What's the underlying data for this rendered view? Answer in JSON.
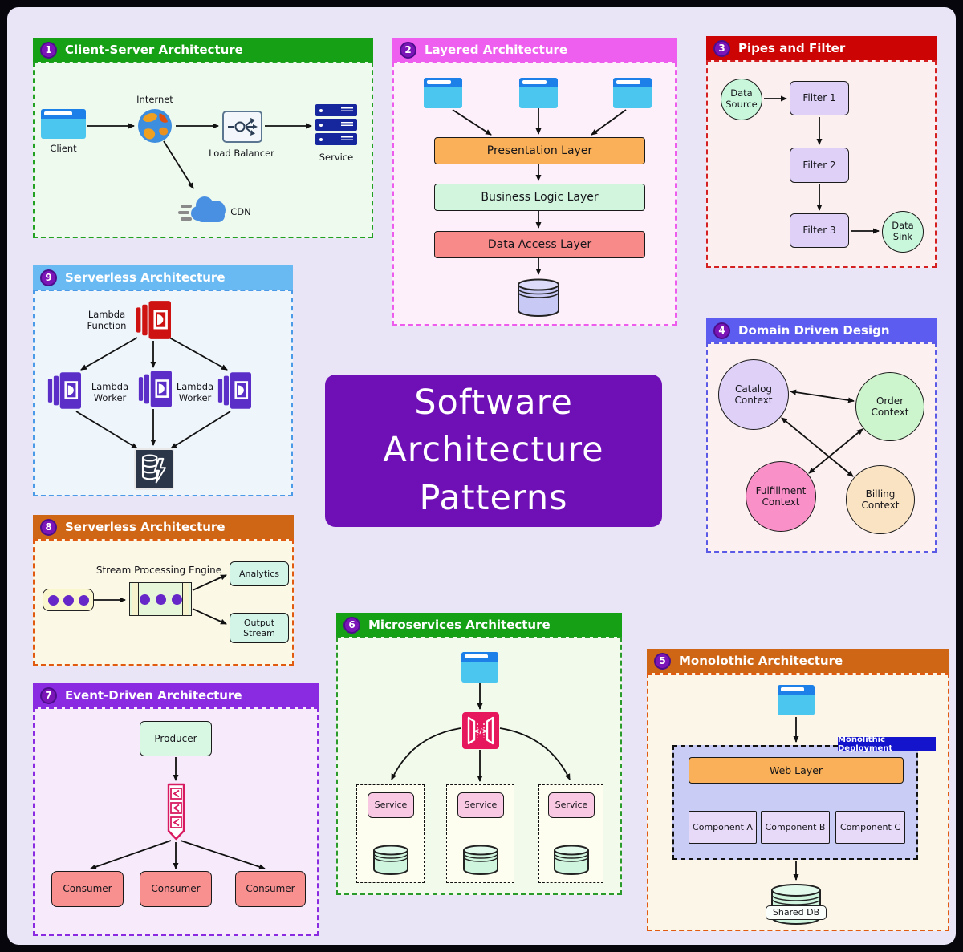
{
  "page": {
    "background_color": "#E9E4F6",
    "center_title": {
      "lines": [
        "Software",
        "Architecture",
        "Patterns"
      ],
      "box_color": "#6E10B6",
      "text_color": "#FFFFFF"
    }
  },
  "panels": {
    "client_server": {
      "number": "1",
      "title": "Client-Server Architecture",
      "header_color": "#16A016",
      "labels": {
        "client": "Client",
        "internet": "Internet",
        "load_balancer": "Load Balancer",
        "service": "Service",
        "cdn": "CDN"
      }
    },
    "layered": {
      "number": "2",
      "title": "Layered Architecture",
      "header_color": "#EF5FEF",
      "layers": [
        {
          "label": "Presentation Layer",
          "color": "#F9B058"
        },
        {
          "label": "Business Logic Layer",
          "color": "#D2F5DE"
        },
        {
          "label": "Data Access Layer",
          "color": "#F88A8A"
        }
      ]
    },
    "pipes_and_filter": {
      "number": "3",
      "title": "Pipes and Filter",
      "header_color": "#CC0404",
      "nodes": {
        "source": "Data Source",
        "filter1": "Filter 1",
        "filter2": "Filter 2",
        "filter3": "Filter 3",
        "sink": "Data Sink"
      }
    },
    "ddd": {
      "number": "4",
      "title": "Domain Driven Design",
      "header_color": "#5C5CF0",
      "contexts": [
        {
          "label": "Catalog Context",
          "color": "#DFD0F8"
        },
        {
          "label": "Order Context",
          "color": "#CDF5CD"
        },
        {
          "label": "Fulfillment Context",
          "color": "#F990C8"
        },
        {
          "label": "Billing Context",
          "color": "#FAE3C3"
        }
      ]
    },
    "monolithic": {
      "number": "5",
      "title": "Monolothic Architecture",
      "header_color": "#CF6616",
      "deployment_label": "Monolithic Deployment",
      "web_layer": "Web Layer",
      "components": [
        "Component A",
        "Component B",
        "Component C"
      ],
      "database": "Shared DB"
    },
    "microservices": {
      "number": "6",
      "title": "Microservices Architecture",
      "header_color": "#16A016",
      "services": [
        "Service",
        "Service",
        "Service"
      ]
    },
    "event_driven": {
      "number": "7",
      "title": "Event-Driven Architecture",
      "header_color": "#8A2BE2",
      "producer": "Producer",
      "consumers": [
        "Consumer",
        "Consumer",
        "Consumer"
      ]
    },
    "serverless_stream": {
      "number": "8",
      "title": "Serverless Architecture",
      "header_color": "#CF6616",
      "engine_label": "Stream Processing Engine",
      "outputs": [
        "Analytics",
        "Output Stream"
      ]
    },
    "serverless_lambda": {
      "number": "9",
      "title": "Serverless Architecture",
      "header_color": "#69B9F2",
      "function_label": "Lambda Function",
      "workers": [
        "Lambda Worker",
        "Lambda Worker"
      ]
    }
  }
}
